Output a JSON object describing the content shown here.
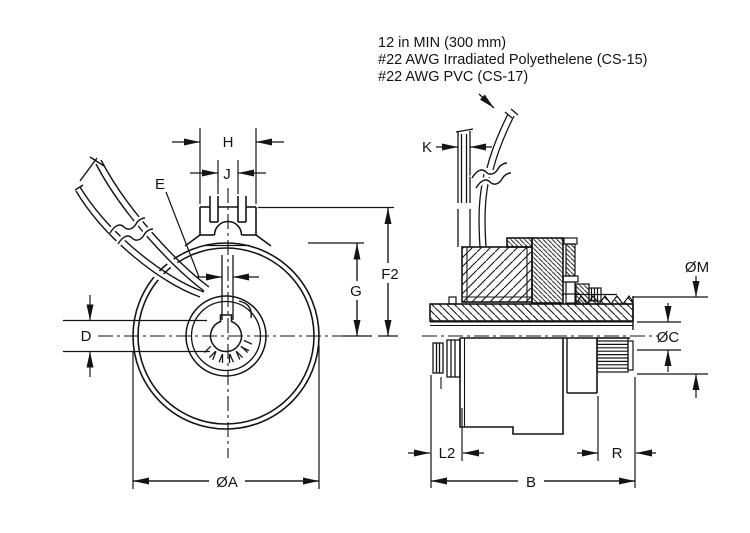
{
  "annotation": {
    "lines": [
      "12 in MIN (300 mm)",
      "#22 AWG Irradiated Polyethelene (CS-15)",
      "#22 AWG PVC (CS-17)"
    ]
  },
  "dimensions": {
    "front": {
      "h": "H",
      "j": "J",
      "e": "E",
      "d": "D",
      "dia_a": "ØA",
      "f2": "F2",
      "g": "G"
    },
    "side": {
      "k": "K",
      "dia_m": "ØM",
      "dia_c": "ØC",
      "l2": "L2",
      "b": "B",
      "r": "R"
    }
  },
  "colors": {
    "line": "#141414",
    "background": "#ffffff"
  }
}
